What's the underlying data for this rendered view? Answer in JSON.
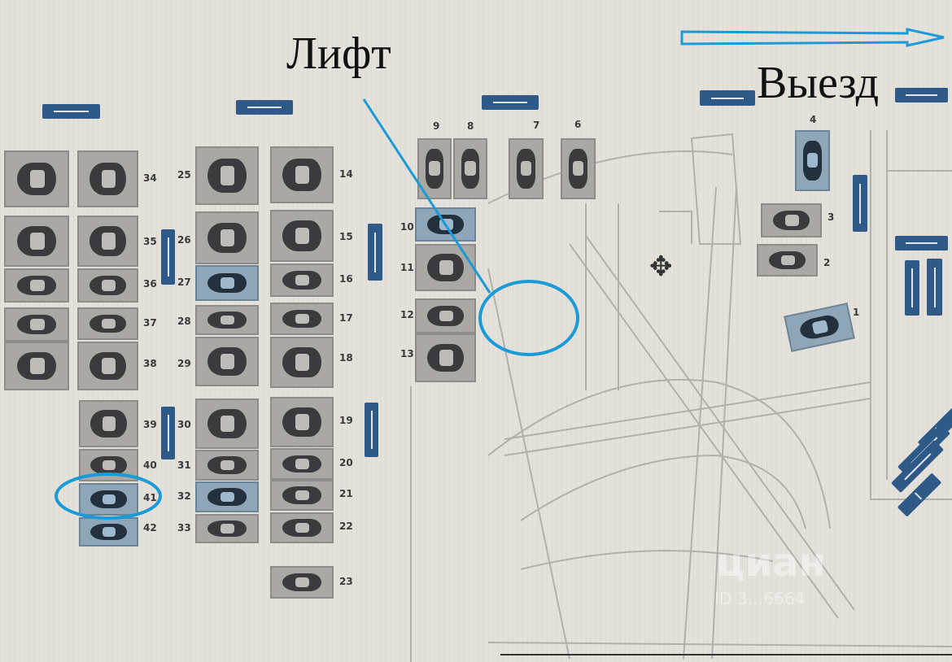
{
  "annotations": {
    "lift_label": "Лифт",
    "exit_label": "Выезд"
  },
  "watermark": {
    "brand": "циан",
    "id_text": "ID 3…6664"
  },
  "colors": {
    "annotation": "#1a9ad6",
    "sign": "#2f5a88",
    "occupied": "#a9a8a4",
    "highlighted": "#8fa6b9"
  },
  "spots": [
    {
      "num": "",
      "highlighted": false
    },
    {
      "num": "",
      "highlighted": false
    },
    {
      "num": "",
      "highlighted": false
    },
    {
      "num": "",
      "highlighted": false
    },
    {
      "num": "",
      "highlighted": false
    },
    {
      "num": "34",
      "highlighted": false
    },
    {
      "num": "35",
      "highlighted": false
    },
    {
      "num": "36",
      "highlighted": false
    },
    {
      "num": "37",
      "highlighted": false
    },
    {
      "num": "38",
      "highlighted": false
    },
    {
      "num": "39",
      "highlighted": false
    },
    {
      "num": "40",
      "highlighted": false
    },
    {
      "num": "41",
      "highlighted": true,
      "circled": true
    },
    {
      "num": "42",
      "highlighted": true
    },
    {
      "num": "25",
      "highlighted": false
    },
    {
      "num": "26",
      "highlighted": false
    },
    {
      "num": "27",
      "highlighted": true
    },
    {
      "num": "28",
      "highlighted": false
    },
    {
      "num": "29",
      "highlighted": false
    },
    {
      "num": "30",
      "highlighted": false
    },
    {
      "num": "31",
      "highlighted": false
    },
    {
      "num": "32",
      "highlighted": true
    },
    {
      "num": "33",
      "highlighted": false
    },
    {
      "num": "14",
      "highlighted": false
    },
    {
      "num": "15",
      "highlighted": false
    },
    {
      "num": "16",
      "highlighted": false
    },
    {
      "num": "17",
      "highlighted": false
    },
    {
      "num": "18",
      "highlighted": false
    },
    {
      "num": "19",
      "highlighted": false
    },
    {
      "num": "20",
      "highlighted": false
    },
    {
      "num": "21",
      "highlighted": false
    },
    {
      "num": "22",
      "highlighted": false
    },
    {
      "num": "23",
      "highlighted": false
    },
    {
      "num": "9",
      "highlighted": false
    },
    {
      "num": "8",
      "highlighted": false
    },
    {
      "num": "7",
      "highlighted": false
    },
    {
      "num": "6",
      "highlighted": false
    },
    {
      "num": "10",
      "highlighted": true
    },
    {
      "num": "11",
      "highlighted": false
    },
    {
      "num": "12",
      "highlighted": false
    },
    {
      "num": "13",
      "highlighted": false
    },
    {
      "num": "4",
      "highlighted": true
    },
    {
      "num": "3",
      "highlighted": false
    },
    {
      "num": "2",
      "highlighted": false
    },
    {
      "num": "1",
      "highlighted": true
    }
  ]
}
